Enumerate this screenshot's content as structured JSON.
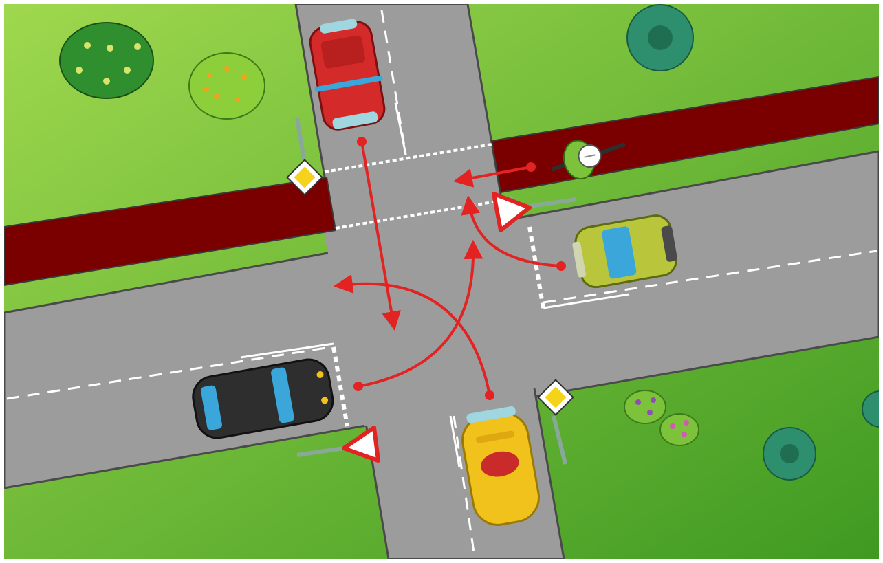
{
  "scene": {
    "type": "road-intersection-diagram",
    "colors": {
      "grass": "#5fb52e",
      "grass_light": "#8fd14a",
      "road": "#9a9a9a",
      "road_edge": "#4a4a4a",
      "bike_lane": "#7a0000",
      "marking": "#ffffff",
      "arrow": "#e32222",
      "car_red": "#d42a2a",
      "car_green": "#b9c53a",
      "car_black": "#2e2e2e",
      "car_yellow": "#f1c21b",
      "sign_priority": "#f5d31a",
      "sign_yield_border": "#e32222"
    },
    "vehicles": [
      {
        "kind": "car",
        "color": "red",
        "approach": "north"
      },
      {
        "kind": "car",
        "color": "yellow-green",
        "approach": "east"
      },
      {
        "kind": "car",
        "color": "black",
        "approach": "west"
      },
      {
        "kind": "car",
        "color": "yellow",
        "approach": "south"
      },
      {
        "kind": "bicycle",
        "approach": "east-bike-lane"
      }
    ],
    "signs": [
      {
        "icon": "priority-road-sign",
        "count": 2
      },
      {
        "icon": "yield-sign",
        "count": 2
      }
    ]
  }
}
